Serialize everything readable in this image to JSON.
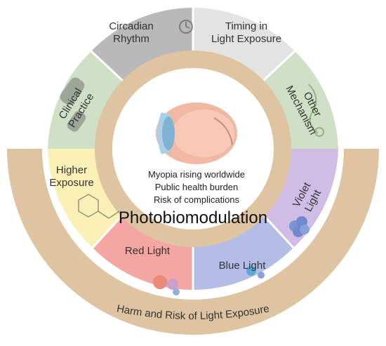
{
  "outer_segments": [
    {
      "id": "circadian",
      "lines": [
        "Circadian",
        "Rhythm"
      ],
      "color": "#b9b9b9"
    },
    {
      "id": "timing",
      "lines": [
        "Timing in",
        "Light Exposure"
      ],
      "color": "#e3e3e3"
    },
    {
      "id": "clinical",
      "lines": [
        "Clinical",
        "Practice"
      ],
      "color": "#cfe0c6"
    },
    {
      "id": "other",
      "lines": [
        "Other",
        "Mechanism"
      ],
      "color": "#cfe0c6"
    }
  ],
  "inner_segments": [
    {
      "id": "higher",
      "lines": [
        "Higher",
        "Exposure"
      ],
      "color": "#fbf0b6"
    },
    {
      "id": "red",
      "lines": [
        "Red Light"
      ],
      "color": "#f3a6a2"
    },
    {
      "id": "blue",
      "lines": [
        "Blue Light"
      ],
      "color": "#b3bde6"
    },
    {
      "id": "violet",
      "lines": [
        "Violet",
        "Light"
      ],
      "color": "#cfbde6"
    }
  ],
  "center": {
    "lines": [
      "Myopia rising worldwide",
      "Public health burden",
      "Risk of complications"
    ]
  },
  "ring_title": "Photobiomodulation",
  "bottom_band": "Harm and Risk of Light Exposure",
  "colors": {
    "band": "#dfc4a2",
    "inner_ring": "#dfc4a2",
    "sclera": "#f1b8a3",
    "iris": "#a9d0e6"
  },
  "icons": [
    "molecule-icon",
    "cell-cluster-icon",
    "clock-icon",
    "neuron-icon",
    "pill-icon",
    "eye-icon"
  ]
}
